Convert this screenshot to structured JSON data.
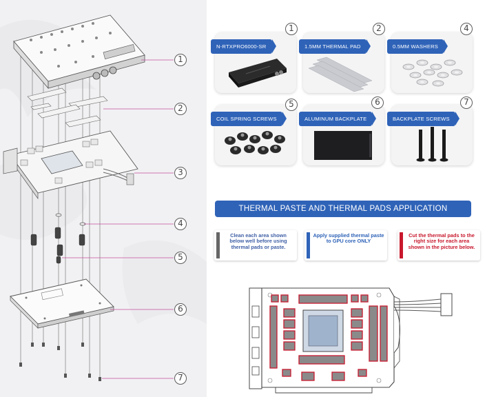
{
  "colors": {
    "accent_blue": "#2f63b8",
    "step_gray": "#666666",
    "step_blue": "#2f63b8",
    "step_red": "#c8182d",
    "pad_red": "#c8182d"
  },
  "callouts": [
    "1",
    "2",
    "3",
    "4",
    "5",
    "6",
    "7"
  ],
  "products": [
    {
      "number": "1",
      "label": "N-RTXPRO6000-SR",
      "icon": "water-block-icon"
    },
    {
      "number": "2",
      "label": "1.5MM THERMAL PAD",
      "icon": "thermal-pad-icon"
    },
    {
      "number": "4",
      "label": "0.5MM WASHERS",
      "icon": "washers-icon"
    },
    {
      "number": "5",
      "label": "COIL SPRING SCREWS",
      "icon": "spring-screws-icon"
    },
    {
      "number": "6",
      "label": "ALUMINUM BACKPLATE",
      "icon": "backplate-icon"
    },
    {
      "number": "7",
      "label": "BACKPLATE SCREWS",
      "icon": "backplate-screws-icon"
    }
  ],
  "section_title": "THERMAL PASTE AND THERMAL PADS APPLICATION",
  "steps": [
    {
      "text": "Clean each area shown below well before using thermal pads or paste.",
      "color": "#3f5fa6",
      "bar": "#666666"
    },
    {
      "text": "Apply supplied thermal paste to GPU core ONLY",
      "color": "#2f63b8",
      "bar": "#2f63b8"
    },
    {
      "text": "Cut the thermal pads to the right size for each area shown in the picture below.",
      "color": "#c8182d",
      "bar": "#c8182d"
    }
  ]
}
